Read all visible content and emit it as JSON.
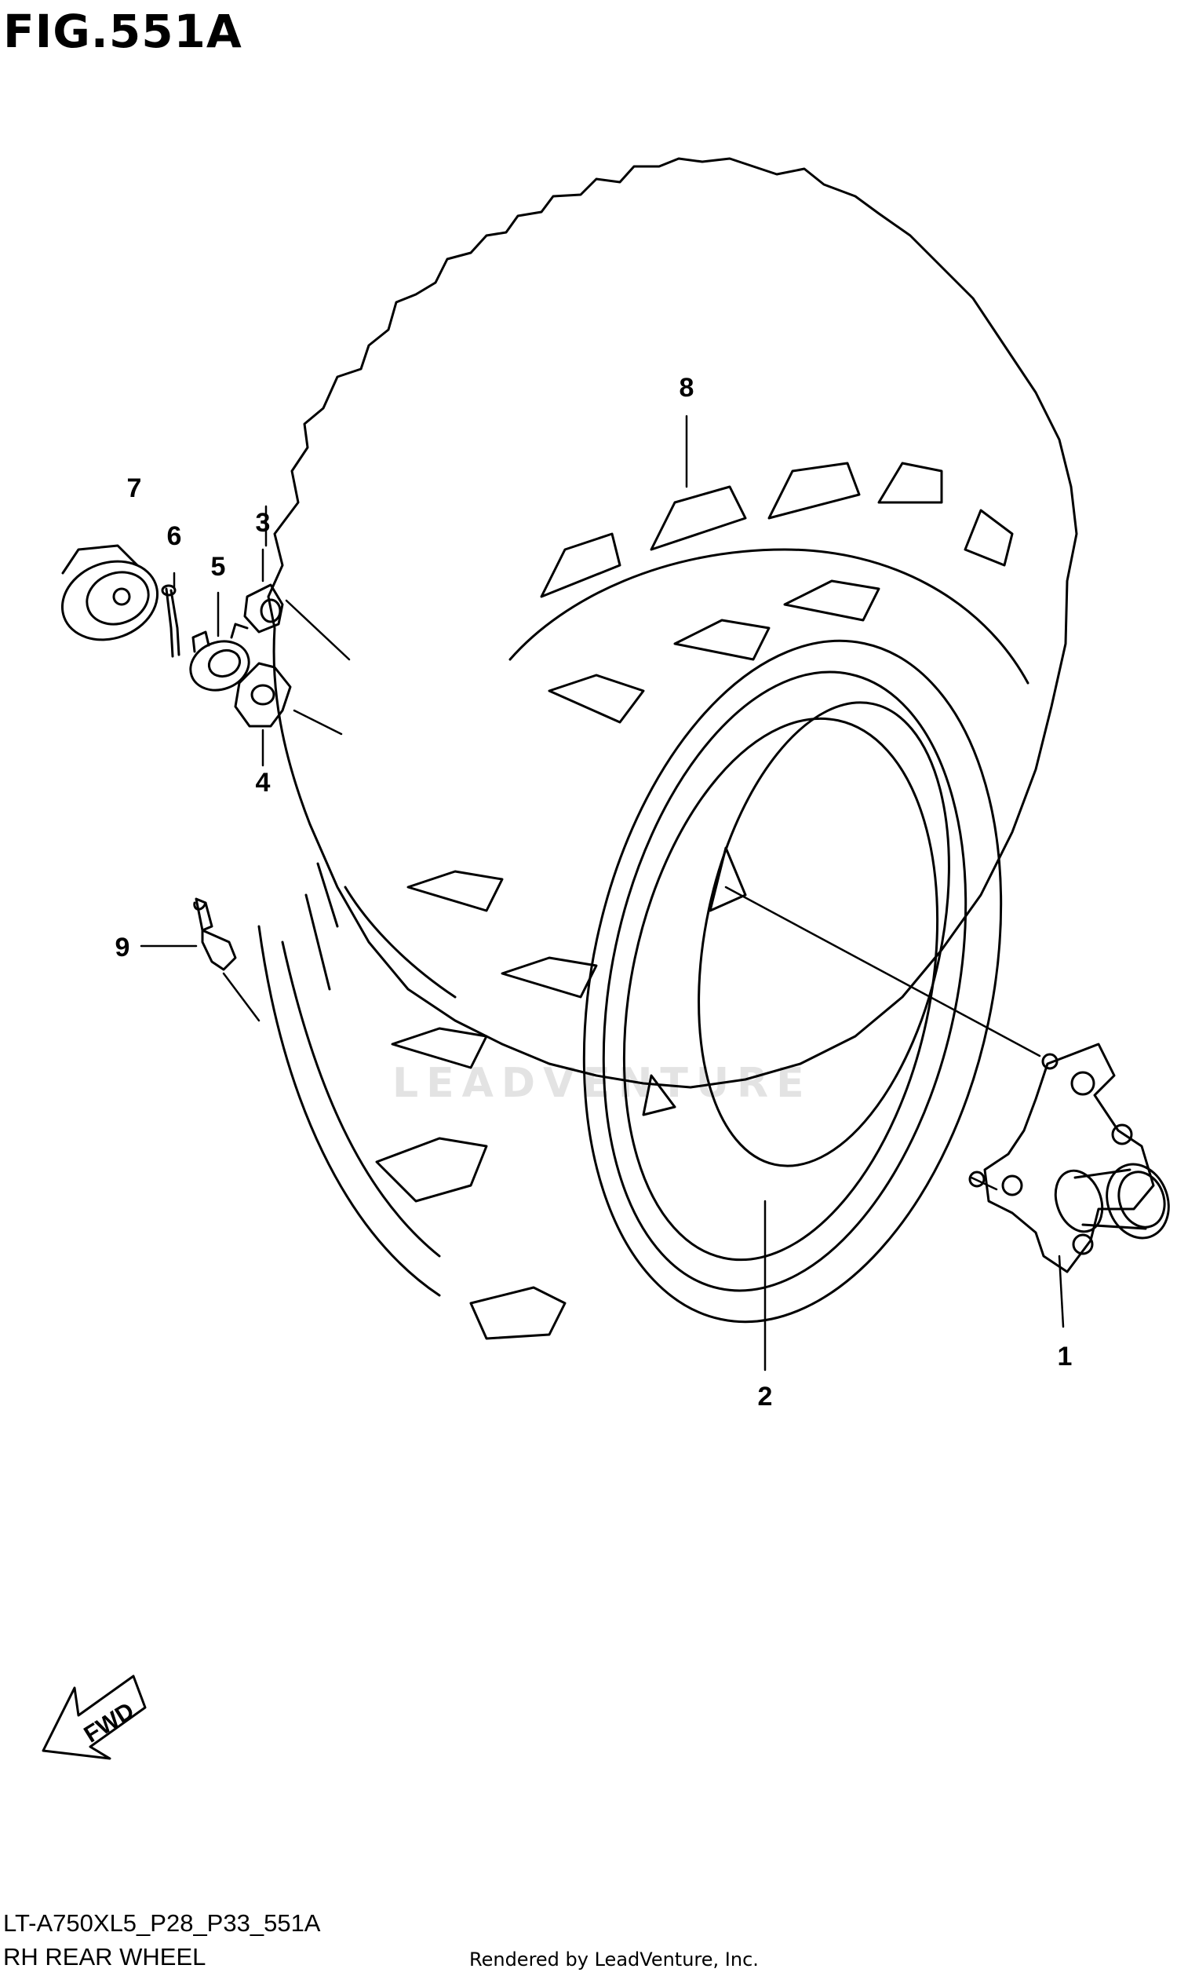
{
  "figure": {
    "title": "FIG.551A"
  },
  "callouts": [
    {
      "id": "1",
      "part": "hub"
    },
    {
      "id": "2",
      "part": "rear wheel rim"
    },
    {
      "id": "3",
      "part": "wheel nut"
    },
    {
      "id": "4",
      "part": "washer"
    },
    {
      "id": "5",
      "part": "castle nut"
    },
    {
      "id": "6",
      "part": "cotter pin"
    },
    {
      "id": "7",
      "part": "center cap"
    },
    {
      "id": "8",
      "part": "rear tire"
    },
    {
      "id": "9",
      "part": "valve"
    }
  ],
  "fwd_label": "FWD",
  "watermark": "LEADVENTURE",
  "footer": {
    "model_code": "LT-A750XL5_P28_P33_551A",
    "section_name": "RH REAR WHEEL",
    "rendered_by": "Rendered by LeadVenture, Inc."
  }
}
